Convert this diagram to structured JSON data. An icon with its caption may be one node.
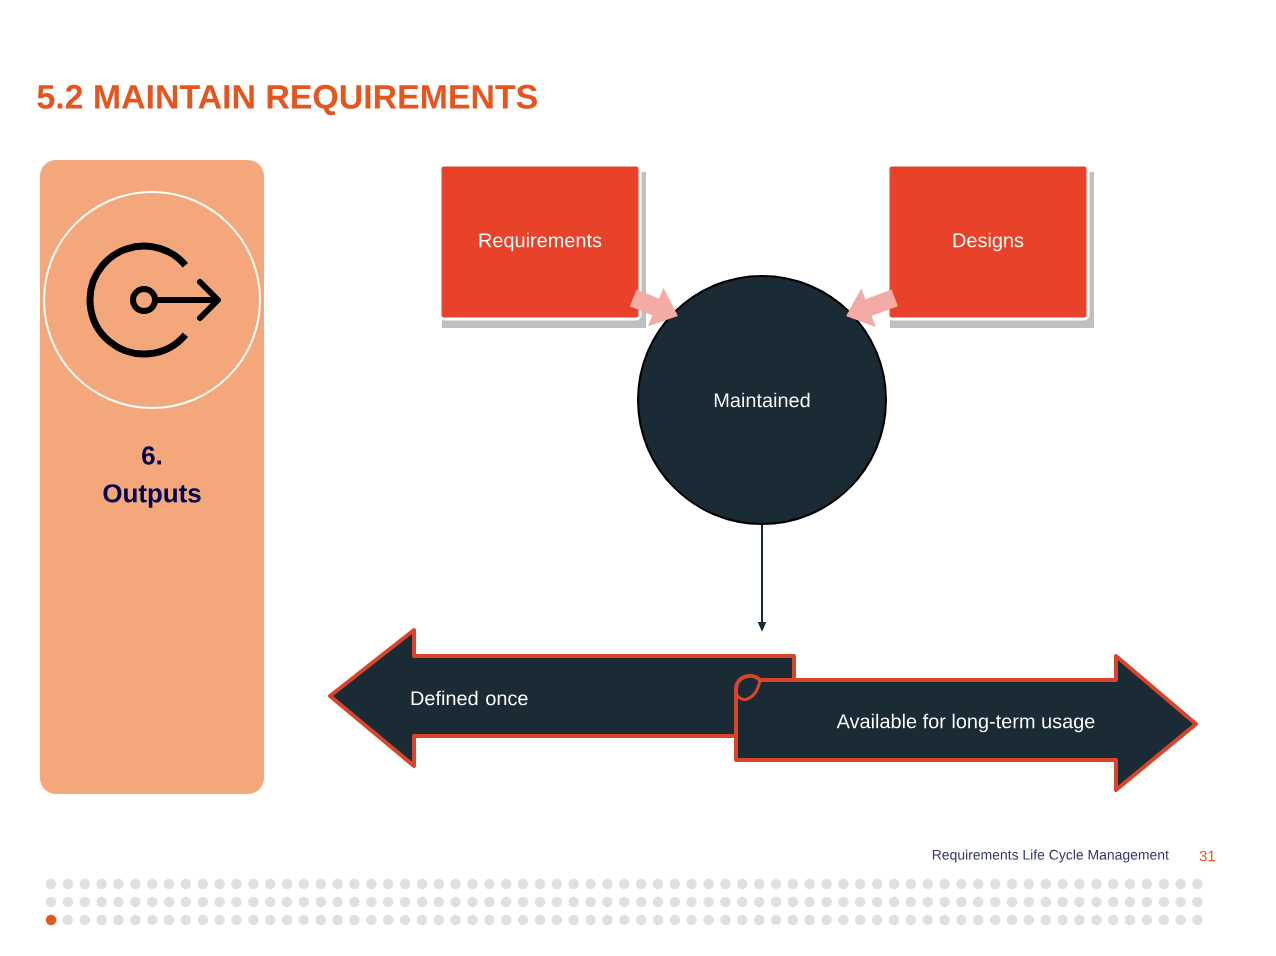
{
  "diagram": {
    "title": "5.2 MAINTAIN REQUIREMENTS",
    "nodes": [
      {
        "text": [
          "6. Outputs"
        ]
      },
      {
        "text": [
          "Requirements"
        ]
      },
      {
        "text": [
          "Designs"
        ]
      },
      {
        "text": [
          "Maintained"
        ]
      },
      {
        "text": [
          "Defined once"
        ]
      },
      {
        "text": [
          "Available for long-term usage"
        ]
      }
    ],
    "edges": [
      {
        "from": 1,
        "to": 3,
        "arrow": "to",
        "color": "#f4aaa5"
      },
      {
        "from": 2,
        "to": 3,
        "arrow": "to",
        "color": "#f4aaa5"
      },
      {
        "from": 3,
        "to": null,
        "arrow": "to",
        "color": "#1b2b36"
      }
    ],
    "labels": [
      "Requirements Life Cycle Management",
      "31"
    ]
  }
}
